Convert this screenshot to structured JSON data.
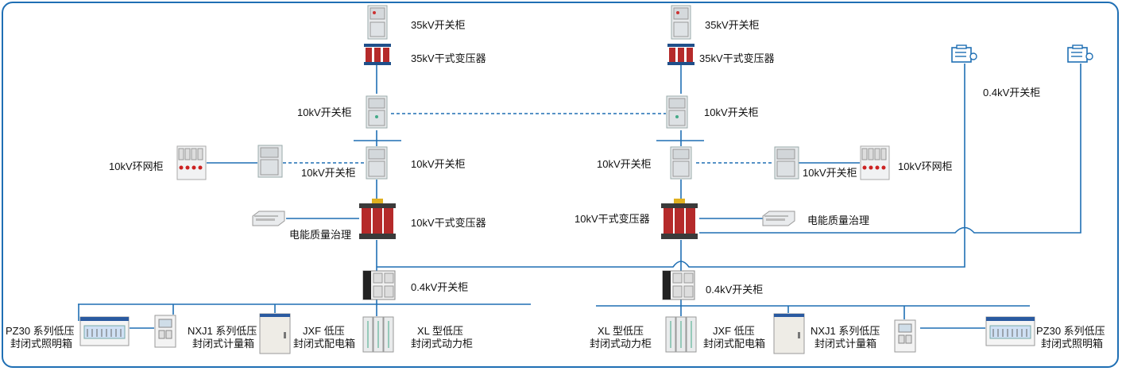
{
  "colors": {
    "line": "#1f6fb4",
    "border": "#1f6fb4",
    "text": "#111111"
  },
  "left": {
    "switchgear_35kv": "35kV开关柜",
    "transformer_35kv": "35kV干式变压器",
    "switchgear_10kv_top": "10kV开关柜",
    "ring_main_unit": "10kV环网柜",
    "switchgear_10kv_branch": "10kV开关柜",
    "switchgear_10kv_mid": "10kV开关柜",
    "transformer_10kv": "10kV干式变压器",
    "power_quality": "电能质量治理",
    "switchgear_04kv": "0.4kV开关柜",
    "box_pz30": [
      "PZ30 系列低压",
      "封闭式照明箱"
    ],
    "box_nxj1": [
      "NXJ1 系列低压",
      "封闭式计量箱"
    ],
    "box_jxf": [
      "JXF 低压",
      "封闭式配电箱"
    ],
    "box_xl": [
      "XL 型低压",
      "封闭式动力柜"
    ]
  },
  "right": {
    "switchgear_35kv": "35kV开关柜",
    "transformer_35kv": "35kV干式变压器",
    "switchgear_10kv_top": "10kV开关柜",
    "switchgear_10kv_mid": "10kV开关柜",
    "switchgear_10kv_branch": "10kV开关柜",
    "ring_main_unit": "10kV环网柜",
    "transformer_10kv": "10kV干式变压器",
    "power_quality": "电能质量治理",
    "switchgear_04kv": "0.4kV开关柜",
    "switchgear_04kv_remote": "0.4kV开关柜",
    "box_xl": [
      "XL 型低压",
      "封闭式动力柜"
    ],
    "box_jxf": [
      "JXF 低压",
      "封闭式配电箱"
    ],
    "box_nxj1": [
      "NXJ1 系列低压",
      "封闭式计量箱"
    ],
    "box_pz30": [
      "PZ30 系列低压",
      "封闭式照明箱"
    ]
  },
  "icons": [
    "switchgear-icon",
    "dry-transformer-icon",
    "ring-main-unit-icon",
    "power-quality-device-icon",
    "low-voltage-panel-icon",
    "lighting-box-icon",
    "metering-box-icon",
    "distribution-box-icon",
    "power-cabinet-icon",
    "remote-cabinet-icon"
  ]
}
